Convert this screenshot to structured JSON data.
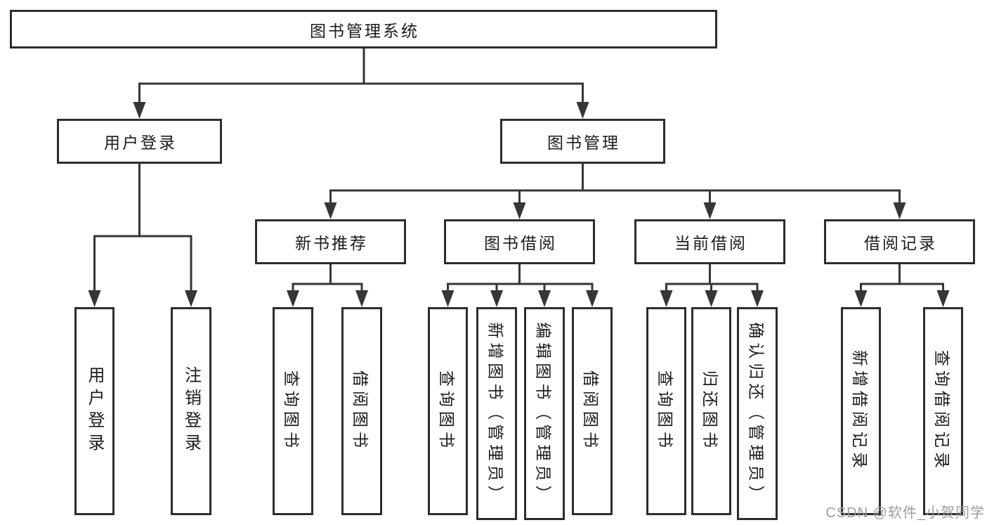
{
  "tree": {
    "root": {
      "label": "图书管理系统"
    },
    "branches": [
      {
        "label": "用户登录",
        "children": [
          {
            "label": "用户登录"
          },
          {
            "label": "注销登录"
          }
        ]
      },
      {
        "label": "图书管理",
        "children": [
          {
            "label": "新书推荐",
            "children": [
              {
                "label": "查询图书"
              },
              {
                "label": "借阅图书"
              }
            ]
          },
          {
            "label": "图书借阅",
            "children": [
              {
                "label": "查询图书"
              },
              {
                "label": "新增图书（管理员）"
              },
              {
                "label": "编辑图书（管理员）"
              },
              {
                "label": "借阅图书"
              }
            ]
          },
          {
            "label": "当前借阅",
            "children": [
              {
                "label": "查询图书"
              },
              {
                "label": "归还图书"
              },
              {
                "label": "确认归还（管理员）"
              }
            ]
          },
          {
            "label": "借阅记录",
            "children": [
              {
                "label": "新增借阅记录"
              },
              {
                "label": "查询借阅记录"
              }
            ]
          }
        ]
      }
    ]
  },
  "watermark": {
    "text": "CSDN @软件_小贺同学"
  },
  "colors": {
    "line": "#363636",
    "box_border": "#2d2d2d",
    "text": "#1b1b1b",
    "watermark": "#9c9c9c",
    "background": "#ffffff"
  }
}
